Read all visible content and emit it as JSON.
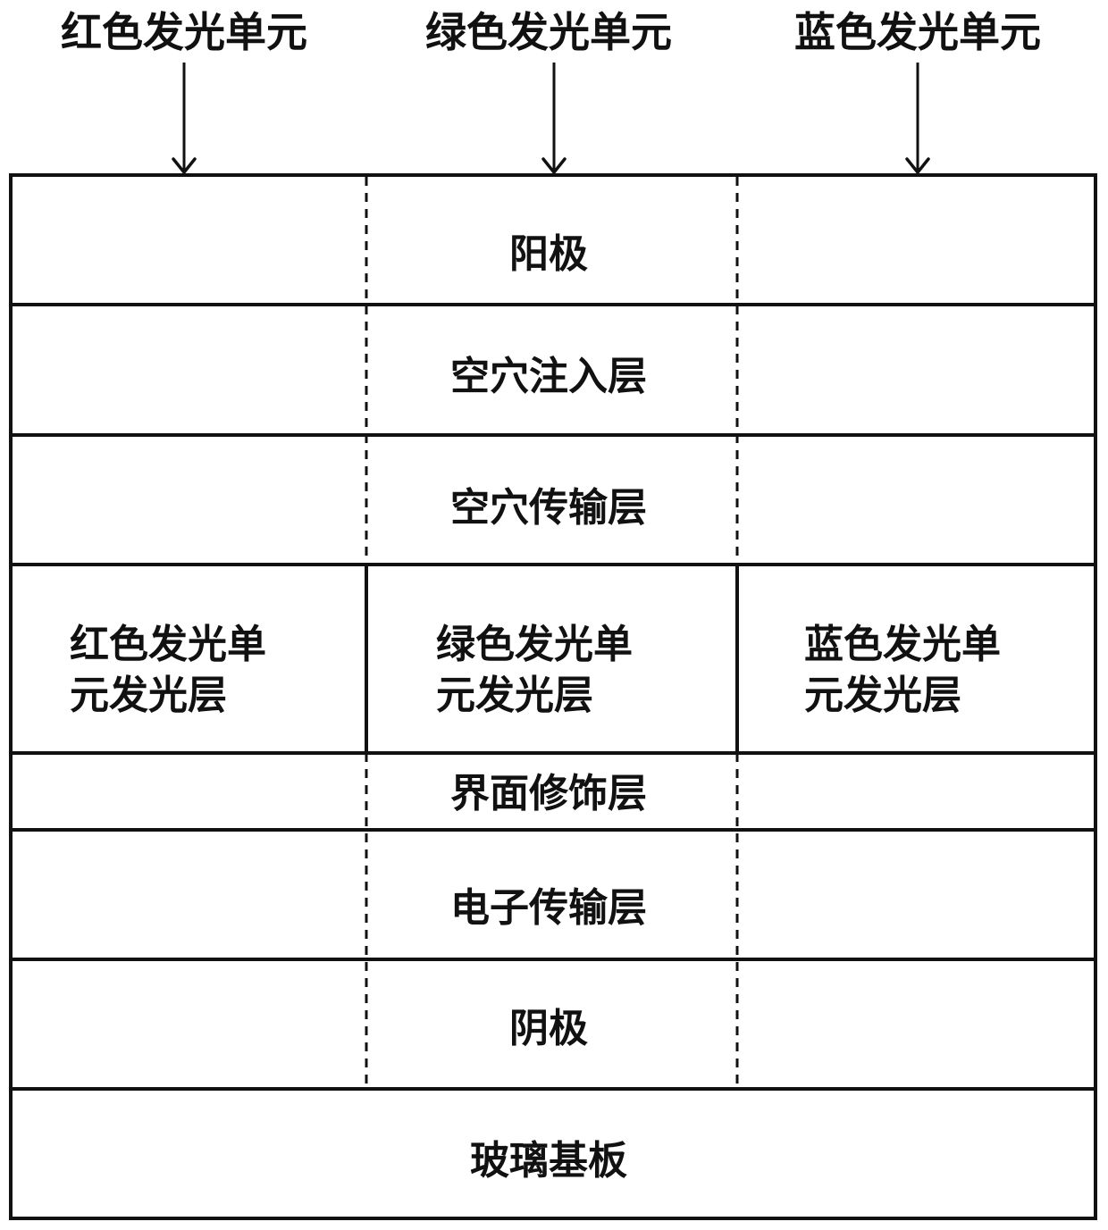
{
  "units": {
    "red": "红色发光单元",
    "green": "绿色发光单元",
    "blue": "蓝色发光单元"
  },
  "layers": {
    "anode": "阳极",
    "hole_injection": "空穴注入层",
    "hole_transport": "空穴传输层",
    "interface_modification": "界面修饰层",
    "electron_transport": "电子传输层",
    "cathode": "阴极",
    "glass_substrate": "玻璃基板"
  },
  "emitting_layers": {
    "red": [
      "红色发光单",
      "元发光层"
    ],
    "green": [
      "绿色发光单",
      "元发光层"
    ],
    "blue": [
      "蓝色发光单",
      "元发光层"
    ]
  }
}
